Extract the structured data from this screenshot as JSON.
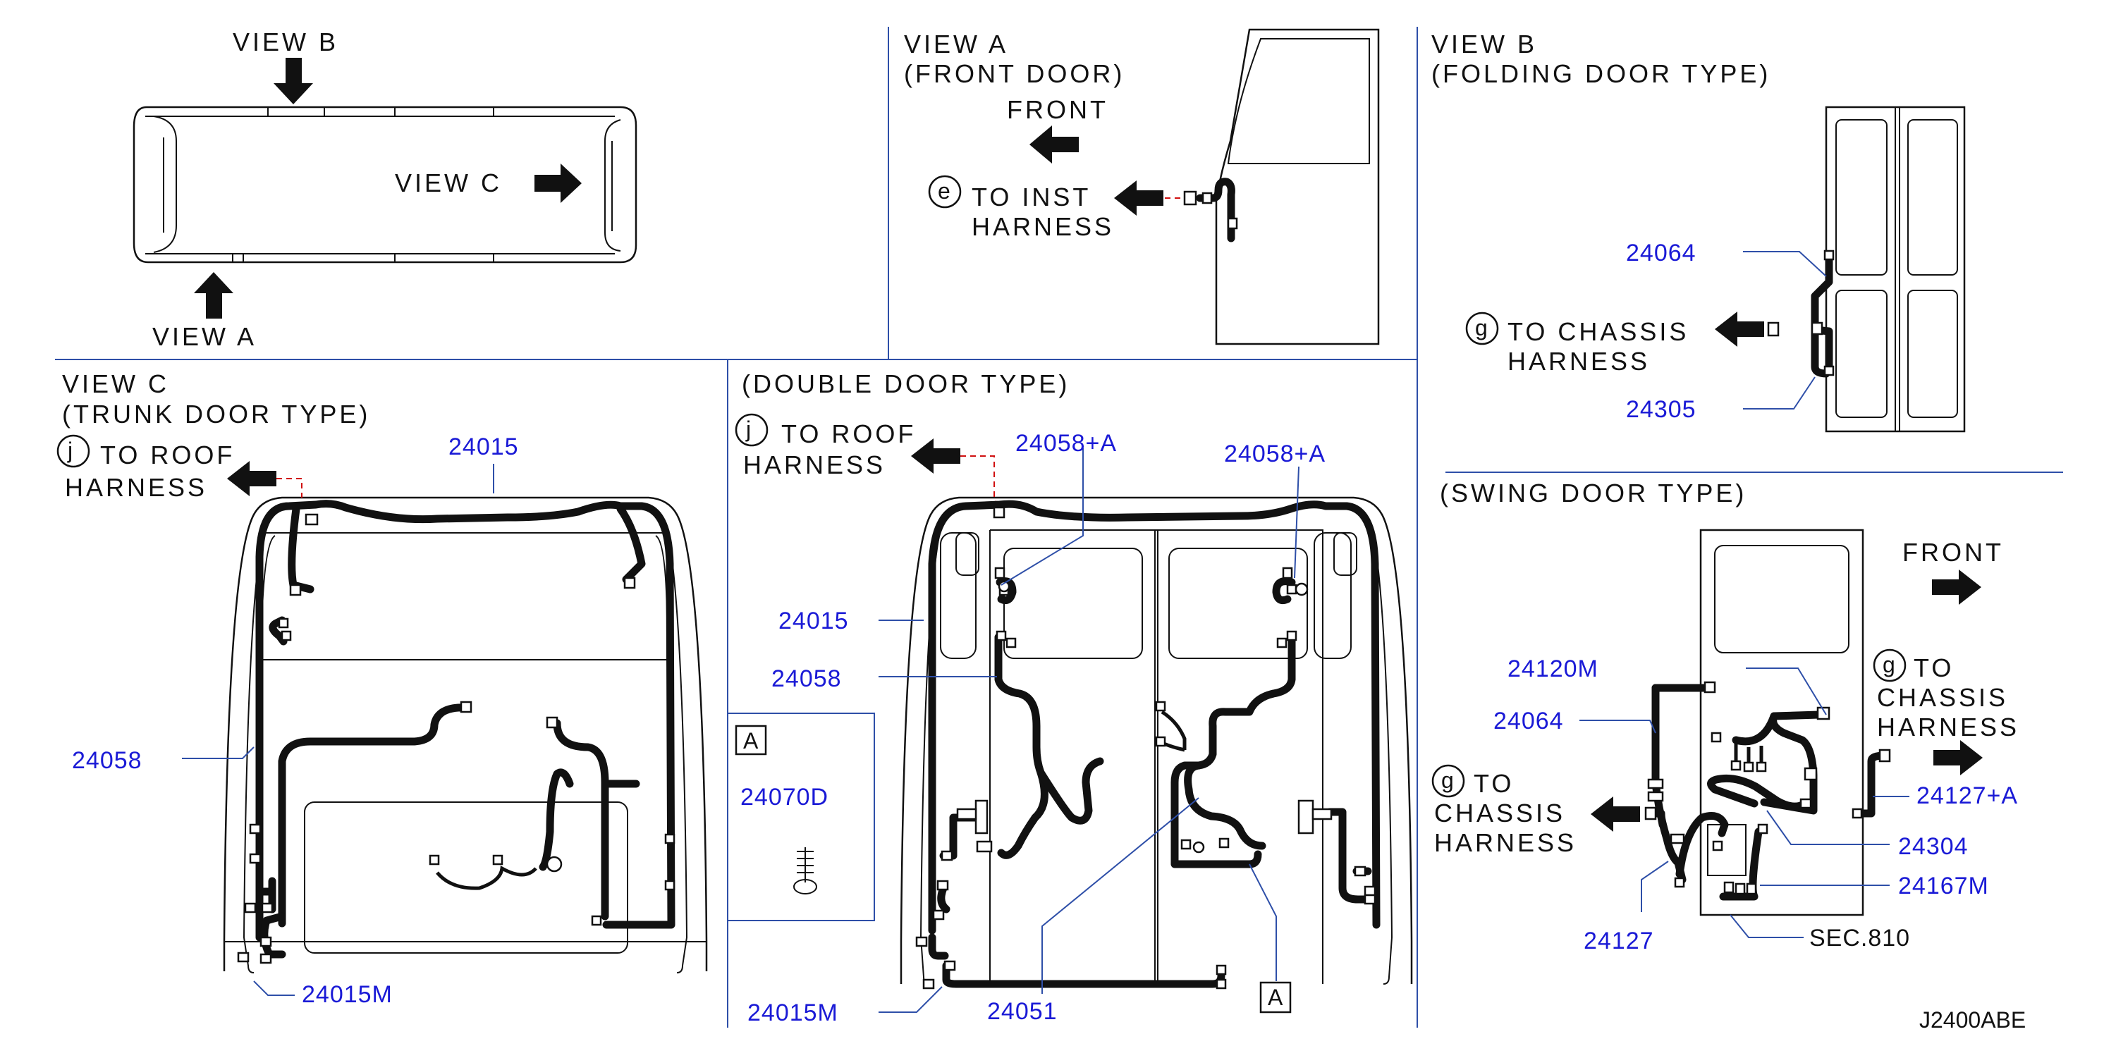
{
  "labels": {
    "view_b_top": "VIEW  B",
    "view_c_top": "VIEW  C",
    "view_a_bottom": "VIEW  A",
    "view_a_title": "VIEW  A",
    "front_door": "(FRONT  DOOR)",
    "front_a": "FRONT",
    "to_inst": "TO  INST",
    "harness_inst": "HARNESS",
    "view_b_title": "VIEW  B",
    "folding_door": "(FOLDING  DOOR  TYPE)",
    "to_chassis_b": "TO  CHASSIS",
    "harness_chassis_b": "HARNESS",
    "view_c_title": "VIEW  C",
    "trunk_door": "(TRUNK  DOOR  TYPE)",
    "to_roof_c": "TO  ROOF",
    "harness_roof_c": "HARNESS",
    "double_door": "(DOUBLE  DOOR  TYPE)",
    "to_roof_d": "TO  ROOF",
    "harness_roof_d": "HARNESS",
    "swing_door": "(SWING  DOOR  TYPE)",
    "front_s": "FRONT",
    "to_s1": "TO",
    "chassis_s1": "CHASSIS",
    "harness_s1": "HARNESS",
    "to_s2": "TO",
    "chassis_s2": "CHASSIS",
    "harness_s2": "HARNESS",
    "figure_code": "J2400ABE"
  },
  "circle_refs": {
    "e": "e",
    "g_b": "g",
    "j_c": "j",
    "j_d": "j",
    "g_s1": "g",
    "g_s2": "g"
  },
  "box_refs": {
    "a_detail": "A",
    "a_double": "A"
  },
  "parts": {
    "p24064_b": "24064",
    "p24305": "24305",
    "p24015_c": "24015",
    "p24058_c": "24058",
    "p24015m_c": "24015M",
    "p24058a_1": "24058+A",
    "p24058a_2": "24058+A",
    "p24015_d": "24015",
    "p24058_d": "24058",
    "p24070d": "24070D",
    "p24015m_d": "24015M",
    "p24051": "24051",
    "p24120m": "24120M",
    "p24064_s": "24064",
    "p24127a": "24127+A",
    "p24304": "24304",
    "p24167m": "24167M",
    "p24127": "24127",
    "sec810": "SEC.810"
  },
  "colors": {
    "part_number": "#1a1ad6",
    "divider": "#2e4fa8",
    "red_dash": "#d01010",
    "line": "#111111"
  }
}
